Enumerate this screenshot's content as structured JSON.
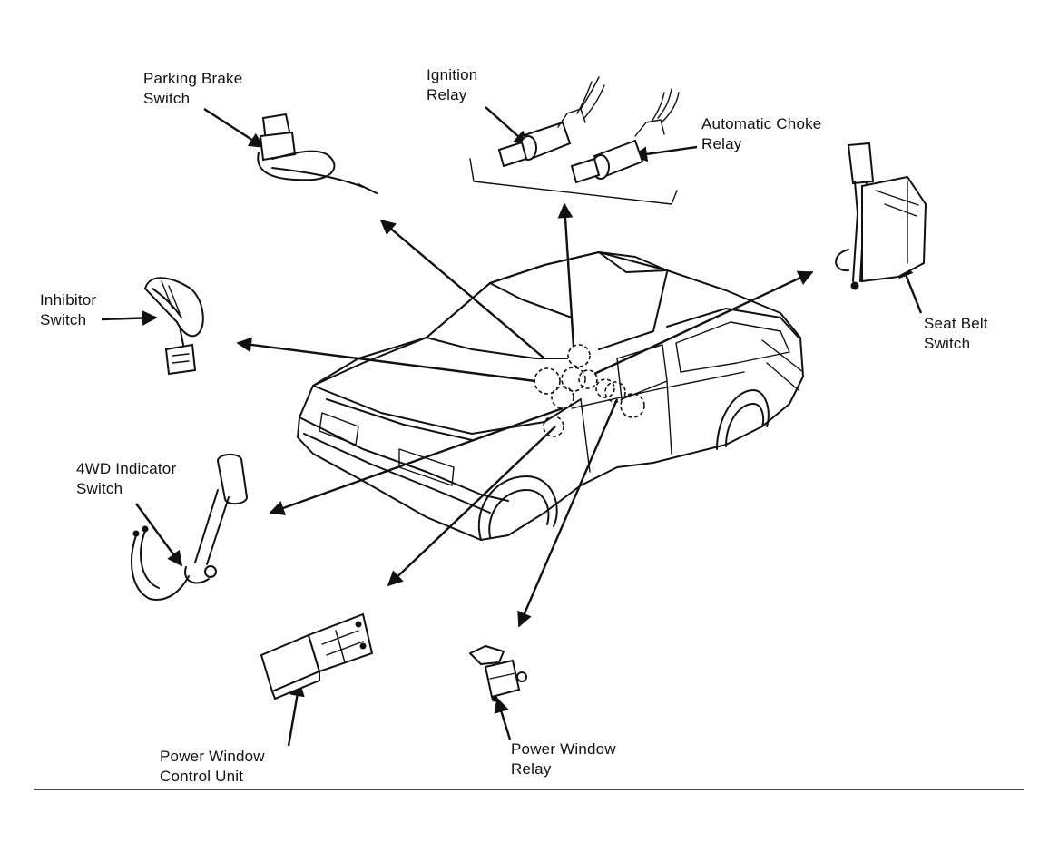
{
  "labels": {
    "parking_brake_switch": [
      "Parking Brake",
      "Switch"
    ],
    "ignition_relay": [
      "Ignition",
      "Relay"
    ],
    "automatic_choke_relay": [
      "Automatic Choke",
      "Relay"
    ],
    "seat_belt_switch": [
      "Seat Belt",
      "Switch"
    ],
    "inhibitor_switch": [
      "Inhibitor",
      "Switch"
    ],
    "4wd_indicator_switch": [
      "4WD Indicator",
      "Switch"
    ],
    "power_window_control_unit": [
      "Power Window",
      "Control Unit"
    ],
    "power_window_relay": [
      "Power Window",
      "Relay"
    ]
  },
  "icons": [
    "car-illustration",
    "parking-brake-switch-icon",
    "ignition-relay-icon",
    "automatic-choke-relay-icon",
    "seat-belt-switch-icon",
    "inhibitor-switch-icon",
    "4wd-indicator-switch-icon",
    "power-window-control-unit-icon",
    "power-window-relay-icon"
  ],
  "colors": {
    "ink": "#111111",
    "background": "#ffffff"
  }
}
